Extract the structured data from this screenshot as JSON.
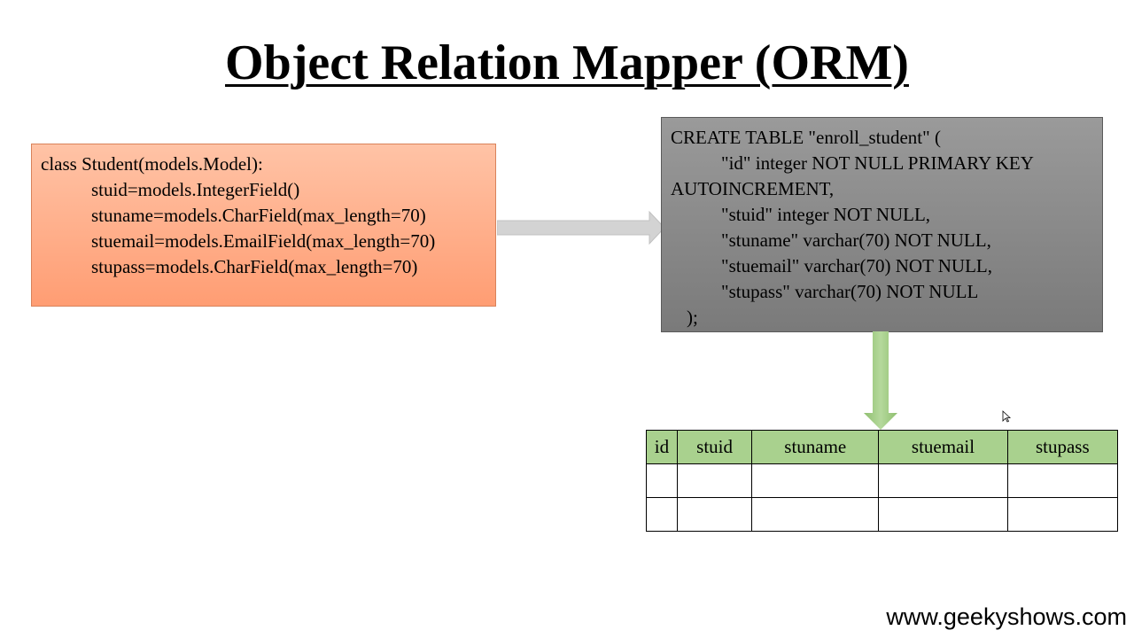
{
  "title": "Object Relation Mapper (ORM)",
  "model_code": {
    "header": "class Student(models.Model):",
    "fields": [
      "stuid=models.IntegerField()",
      "stuname=models.CharField(max_length=70)",
      "stuemail=models.EmailField(max_length=70)",
      "stupass=models.CharField(max_length=70)"
    ]
  },
  "sql_code": {
    "line1": "CREATE TABLE \"enroll_student\" (",
    "line2": "\"id\" integer NOT NULL PRIMARY KEY",
    "line3": "AUTOINCREMENT,",
    "line4": "\"stuid\" integer NOT NULL,",
    "line5": "\"stuname\" varchar(70) NOT NULL,",
    "line6": "\"stuemail\" varchar(70) NOT NULL,",
    "line7": "\"stupass\" varchar(70) NOT NULL",
    "line8": ");"
  },
  "table": {
    "columns": [
      "id",
      "stuid",
      "stuname",
      "stuemail",
      "stupass"
    ]
  },
  "footer": "www.geekyshows.com",
  "colors": {
    "model_box": "#ff9d73",
    "sql_box": "#7f7f7f",
    "table_header": "#a9d18e",
    "arrow_right": "#d0d0d0",
    "arrow_down": "#a9d18e"
  },
  "icons": {
    "right_arrow": "arrow-right-icon",
    "down_arrow": "arrow-down-icon",
    "cursor": "mouse-cursor-icon"
  }
}
